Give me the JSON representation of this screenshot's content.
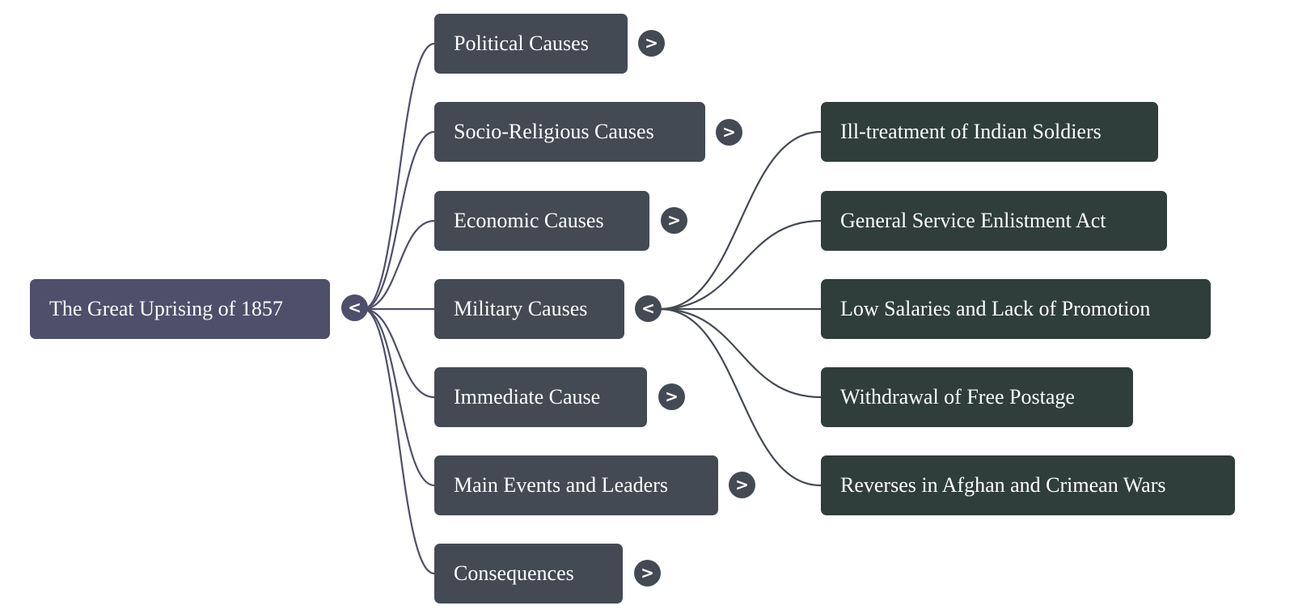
{
  "colors": {
    "root": "#4e4f6b",
    "branch": "#434a54",
    "leaf": "#2f3e3b",
    "connector_root": "#4e4f6b",
    "connector_branch": "#434a54"
  },
  "root": {
    "label": "The Great Uprising of 1857",
    "toggle": "<",
    "expanded": true
  },
  "branches": [
    {
      "label": "Political Causes",
      "toggle": ">",
      "expanded": false
    },
    {
      "label": "Socio-Religious Causes",
      "toggle": ">",
      "expanded": false
    },
    {
      "label": "Economic Causes",
      "toggle": ">",
      "expanded": false
    },
    {
      "label": "Military Causes",
      "toggle": "<",
      "expanded": true
    },
    {
      "label": "Immediate Cause",
      "toggle": ">",
      "expanded": false
    },
    {
      "label": "Main Events and Leaders",
      "toggle": ">",
      "expanded": false
    },
    {
      "label": "Consequences",
      "toggle": ">",
      "expanded": false
    }
  ],
  "expanded_branch_index": 3,
  "leaves": [
    {
      "label": "Ill-treatment of Indian Soldiers"
    },
    {
      "label": "General Service Enlistment Act"
    },
    {
      "label": "Low Salaries and Lack of Promotion"
    },
    {
      "label": "Withdrawal of Free Postage"
    },
    {
      "label": "Reverses in Afghan and Crimean Wars"
    }
  ]
}
